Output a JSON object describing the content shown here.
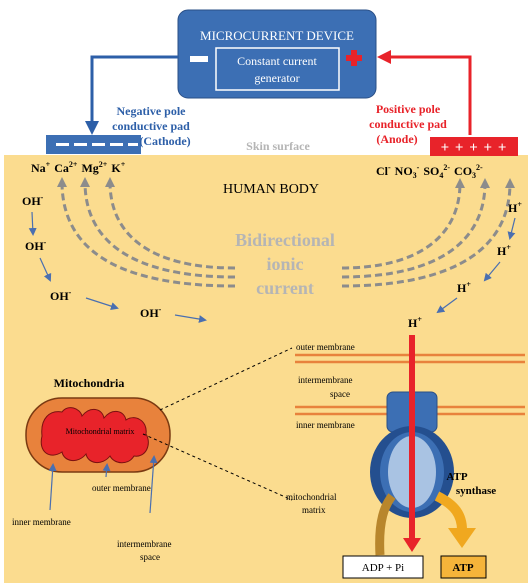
{
  "device": {
    "title": "MICROCURRENT DEVICE",
    "generator_line1": "Constant current",
    "generator_line2": "generator",
    "minus_symbol": "—",
    "plus_symbol": "+"
  },
  "negative_pad": {
    "label_line1": "Negative pole",
    "label_line2": "conductive pad",
    "label_line3": "(Cathode)",
    "pad_text": "- - - - -",
    "color": "#3c6fb4"
  },
  "positive_pad": {
    "label_line1": "Positive pole",
    "label_line2": "conductive pad",
    "label_line3": "(Anode)",
    "pad_text": "+ + + + +",
    "color": "#e8232a"
  },
  "skin_surface": "Skin surface",
  "body_title": "HUMAN BODY",
  "cations": {
    "na": "Na",
    "na_sup": "+",
    "ca": "Ca",
    "ca_sup": "2+",
    "mg": "Mg",
    "mg_sup": "2+",
    "k": "K",
    "k_sup": "+"
  },
  "anions": {
    "cl": "Cl",
    "cl_sup": "-",
    "no3": "NO",
    "no3_sub": "3",
    "no3_sup": "-",
    "so4": "SO",
    "so4_sub": "4",
    "so4_sup": "2-",
    "co3": "CO",
    "co3_sub": "3",
    "co3_sup": "2-"
  },
  "ionic_current": {
    "line1": "Bidirectional",
    "line2": "ionic",
    "line3": "current"
  },
  "oh": {
    "base": "OH",
    "sup": "-"
  },
  "h": {
    "base": "H",
    "sup": "+"
  },
  "membrane": {
    "outer": "outer membrane",
    "intermembrane_line1": "intermembrane",
    "intermembrane_line2": "space",
    "inner": "inner membrane"
  },
  "mitochondria": {
    "title": "Mitochondria",
    "matrix": "Mitochondrial matrix",
    "outer_membrane": "outer membrane",
    "inner_membrane": "inner membrane",
    "intermembrane_line1": "intermembrane",
    "intermembrane_line2": "space",
    "matrix_line1": "mitochondrial",
    "matrix_line2": "matrix"
  },
  "atp_synthase": {
    "line1": "ATP",
    "line2": "synthase"
  },
  "adp": "ADP + Pi",
  "atp": "ATP",
  "colors": {
    "body_bg": "#fbdc8f",
    "device_blue": "#3c6fb4",
    "red": "#e8232a",
    "gray_text": "#b5b5b5",
    "membrane": "#e8823c"
  }
}
